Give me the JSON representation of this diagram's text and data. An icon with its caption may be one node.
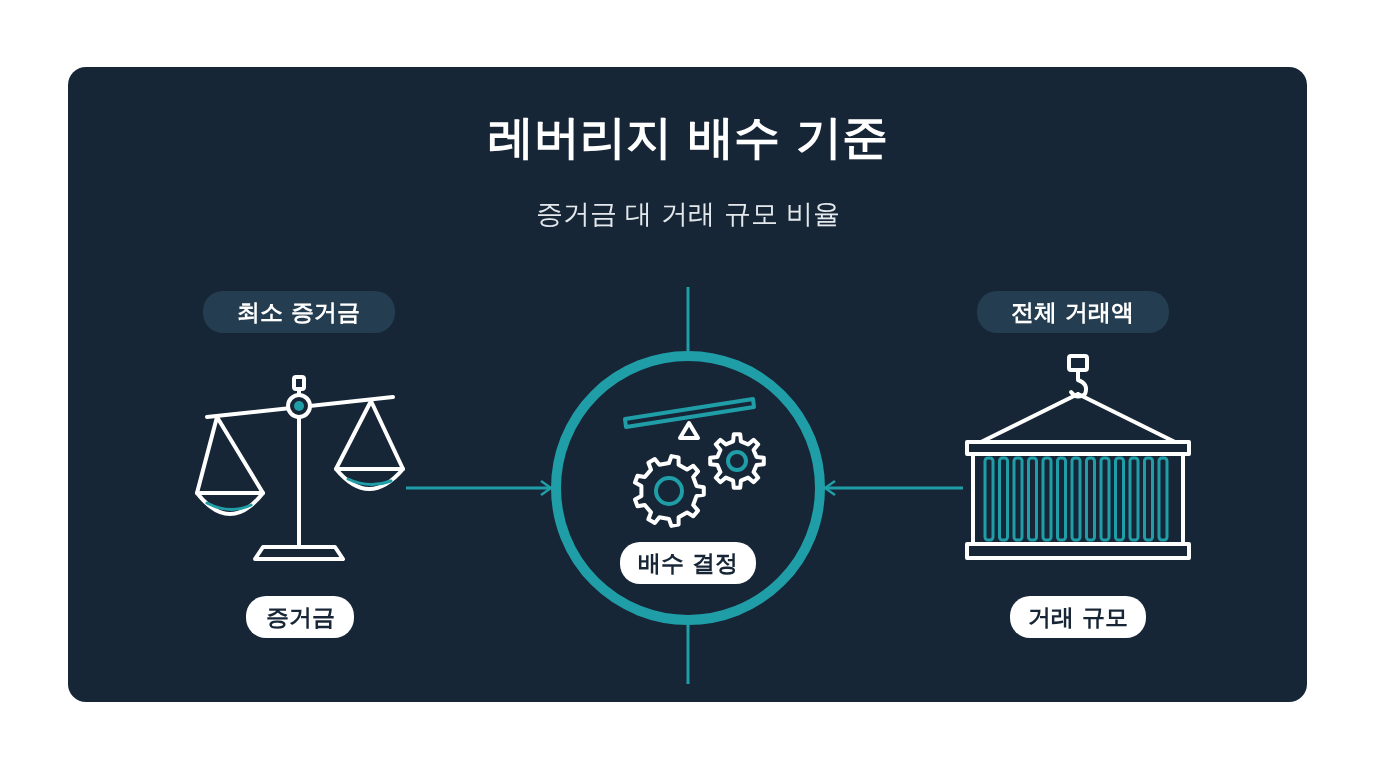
{
  "diagram": {
    "title": "레버리지 배수 기준",
    "nodes": [
      {
        "text": [
          "최소 증거금"
        ]
      },
      {
        "text": [],
        "shape": "picture"
      },
      {
        "text": [
          "증거금"
        ]
      },
      {
        "text": [],
        "shape": "circle"
      },
      {
        "text": [
          "배수 결정"
        ],
        "in": 3
      },
      {
        "text": [
          "전체 거래액"
        ]
      },
      {
        "text": [],
        "shape": "picture"
      },
      {
        "text": [
          "거래 규모"
        ]
      }
    ],
    "edges": [
      {
        "from": 1,
        "to": 3,
        "arrow": "to"
      },
      {
        "from": 6,
        "to": 3,
        "arrow": "to"
      }
    ],
    "labels": [
      "증거금 대 거래 규모 비율"
    ]
  }
}
